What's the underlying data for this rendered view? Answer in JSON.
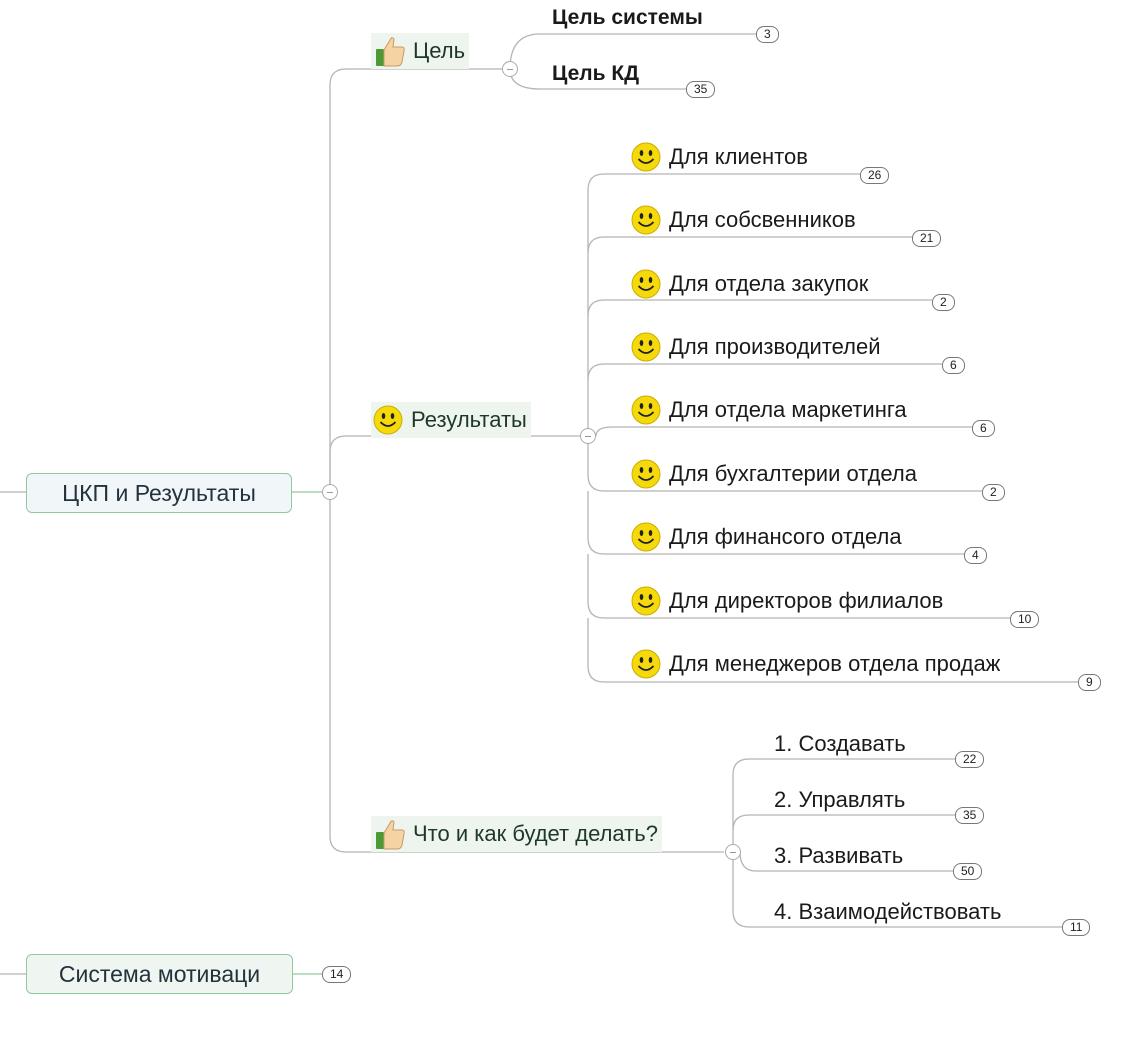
{
  "roots": [
    {
      "label": "ЦКП и Результаты"
    },
    {
      "label": "Система мотиваци",
      "count": "14"
    }
  ],
  "branches": {
    "goal": {
      "label": "Цель",
      "icon": "thumbs-up-icon",
      "children": [
        {
          "label": "Цель системы",
          "count": "3"
        },
        {
          "label": "Цель КД",
          "count": "35"
        }
      ]
    },
    "results": {
      "label": "Результаты",
      "icon": "smiley-icon",
      "children": [
        {
          "label": "Для клиентов",
          "count": "26"
        },
        {
          "label": "Для собсвенников",
          "count": "21"
        },
        {
          "label": "Для отдела закупок",
          "count": "2"
        },
        {
          "label": "Для производителей",
          "count": "6"
        },
        {
          "label": "Для отдела маркетинга",
          "count": "6"
        },
        {
          "label": "Для бухгалтерии отдела",
          "count": "2"
        },
        {
          "label": "Для финансого отдела",
          "count": "4"
        },
        {
          "label": "Для директоров филиалов",
          "count": "10"
        },
        {
          "label": "Для менеджеров отдела продаж",
          "count": "9"
        }
      ]
    },
    "actions": {
      "label": "Что и как будет делать?",
      "icon": "thumbs-up-icon",
      "children": [
        {
          "label": "1. Создавать",
          "count": "22"
        },
        {
          "label": "2. Управлять",
          "count": "35"
        },
        {
          "label": "3. Развивать",
          "count": "50"
        },
        {
          "label": "4. Взаимодействовать",
          "count": "11"
        }
      ]
    }
  },
  "colors": {
    "link": "#b5b5b5",
    "root_border": "#8fca9c",
    "smiley": "#f5d90a"
  }
}
